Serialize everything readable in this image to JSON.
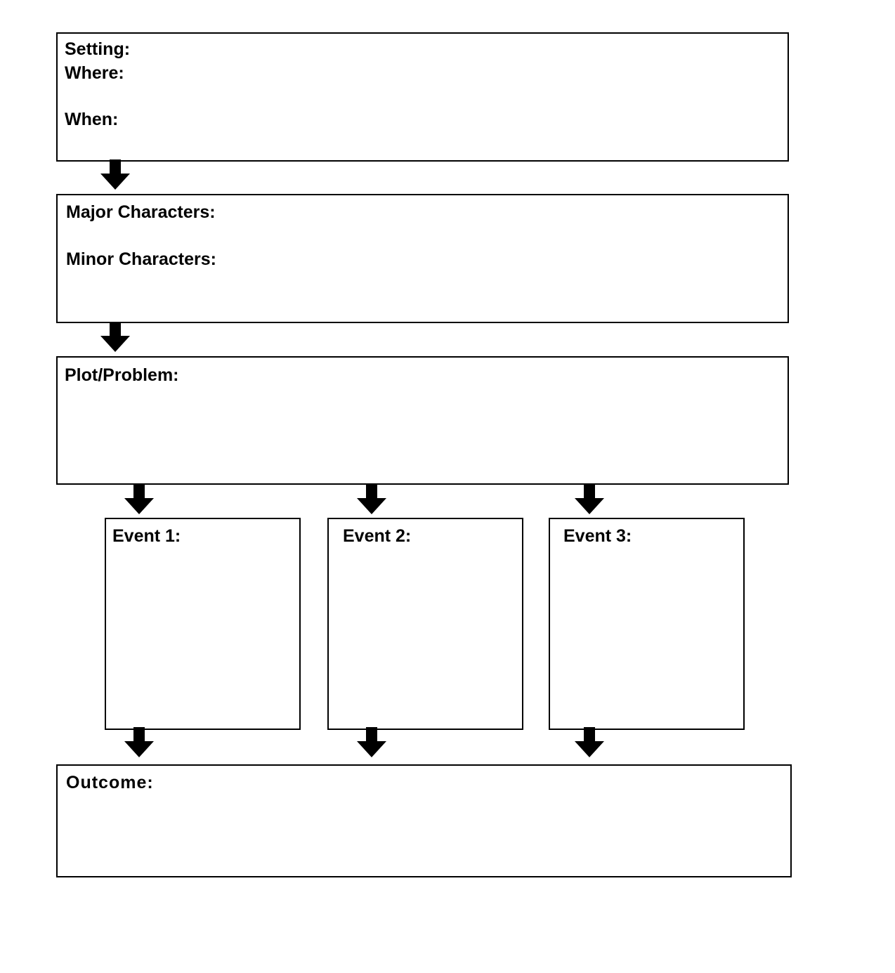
{
  "setting": {
    "title": "Setting:",
    "where": "Where:",
    "when": "When:"
  },
  "characters": {
    "major": "Major Characters:",
    "minor": "Minor Characters:"
  },
  "plot": {
    "title": "Plot/Problem:"
  },
  "events": [
    {
      "title": "Event 1:"
    },
    {
      "title": "Event 2:"
    },
    {
      "title": "Event 3:"
    }
  ],
  "outcome": {
    "title": "Outcome:"
  },
  "icons": {
    "arrow": "arrow-down-icon"
  },
  "colors": {
    "stroke": "#000000",
    "background": "#ffffff"
  }
}
